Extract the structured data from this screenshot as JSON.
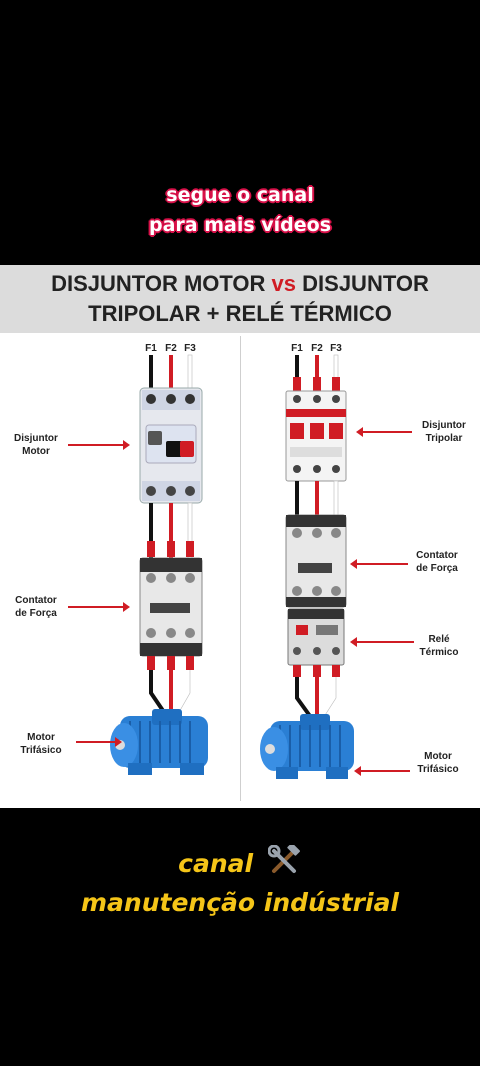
{
  "overlay_top": {
    "line1": "segue o canal",
    "line2": "para mais vídeos"
  },
  "header": {
    "line1_a": "DISJUNTOR MOTOR ",
    "vs": "vs",
    "line1_b": " DISJUNTOR",
    "line2": "TRIPOLAR + RELÉ TÉRMICO"
  },
  "left": {
    "phases": [
      "F1",
      "F2",
      "F3"
    ],
    "labels": {
      "breaker": [
        "Disjuntor",
        "Motor"
      ],
      "contactor": [
        "Contator",
        "de Força"
      ],
      "motor": [
        "Motor",
        "Trifásico"
      ]
    }
  },
  "right": {
    "phases": [
      "F1",
      "F2",
      "F3"
    ],
    "labels": {
      "breaker": [
        "Disjuntor",
        "Tripolar"
      ],
      "contactor": [
        "Contator",
        "de Força"
      ],
      "relay": [
        "Relé",
        "Térmico"
      ],
      "motor": [
        "Motor",
        "Trifásico"
      ]
    }
  },
  "bottom": {
    "line1": "canal",
    "icon": "tools-icon",
    "line2": "manutenção indústrial"
  },
  "colors": {
    "wire_black": "#111111",
    "wire_red": "#d01c24",
    "wire_white": "#ffffff",
    "motor_blue": "#2a7fd4",
    "accent_red": "#d01c24",
    "caption_yellow": "#f5c518"
  }
}
